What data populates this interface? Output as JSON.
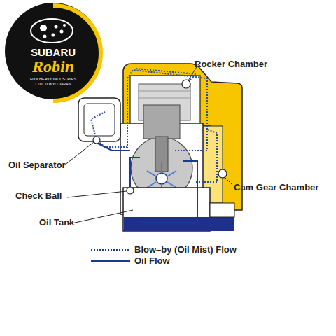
{
  "diagram": {
    "nodes": [
      {
        "text": [
          "SUBARU",
          "Robin",
          "FUJI HEAVY INDUSTRIES LTD. TOKYO JAPAN"
        ]
      }
    ],
    "labels": [
      "Rocker Chamber",
      "Oil Separator",
      "Check Ball",
      "Oil Tank",
      "Cam Gear Chamber"
    ],
    "legend": [
      {
        "text": "Blow–by (Oil Mist) Flow"
      },
      {
        "text": "Oil Flow"
      }
    ]
  }
}
